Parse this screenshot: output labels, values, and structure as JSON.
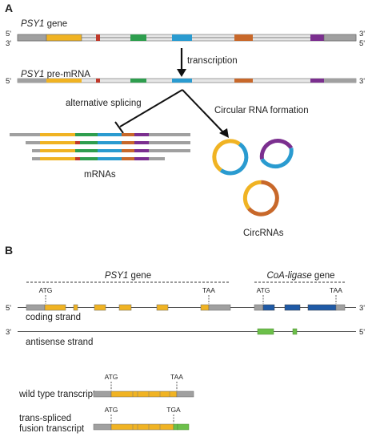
{
  "panel_a": {
    "label": "A",
    "gene_label_italic": "PSY1",
    "gene_label_rest": " gene",
    "premrna_label_italic": "PSY1",
    "premrna_label_rest": " pre-mRNA",
    "five_prime": "5'",
    "three_prime": "3'",
    "transcription": "transcription",
    "alternative_splicing": "alternative splicing",
    "circular_rna_formation": "Circular RNA formation",
    "mrnas": "mRNAs",
    "circrnas": "CircRNAs"
  },
  "panel_b": {
    "label": "B",
    "psy1_italic": "PSY1",
    "psy1_rest": " gene",
    "coa_italic": "CoA-ligase",
    "coa_rest": " gene",
    "atg": "ATG",
    "taa": "TAA",
    "tga": "TGA",
    "five_prime": "5'",
    "three_prime": "3'",
    "coding_strand": "coding strand",
    "antisense_strand": "antisense strand",
    "wild_type_transcript": "wild type transcript",
    "trans_spliced_line1": "trans-spliced",
    "trans_spliced_line2": "fusion transcript"
  },
  "colors": {
    "grey": "#a0a0a0",
    "light_grey": "#e6e6e6",
    "yellow": "#f0b323",
    "red": "#c0392b",
    "green": "#2e9e4e",
    "blue": "#2a9bd0",
    "orange": "#c8682a",
    "purple": "#7b2f8f",
    "dark_blue": "#1f5aa6",
    "light_green": "#6cc04a"
  }
}
